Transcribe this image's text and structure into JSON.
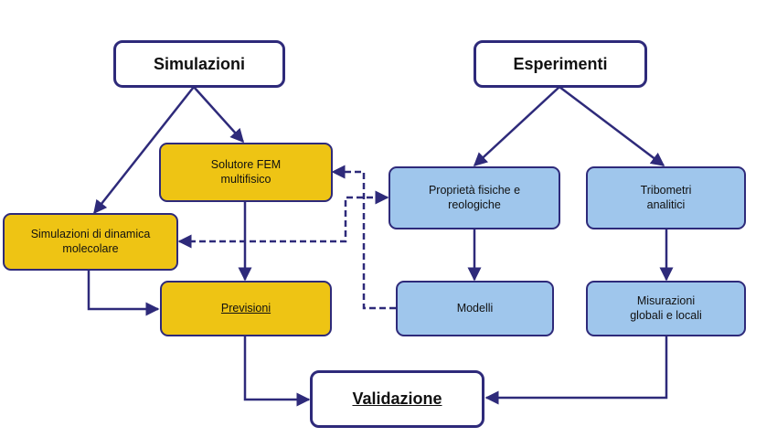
{
  "colors": {
    "border": "#2e2a7a",
    "arrow": "#2e2a7a",
    "simulation_fill": "#eec414",
    "experiment_fill": "#9fc6ec",
    "heading_fill": "#ffffff"
  },
  "nodes": {
    "simulazioni": "Simulazioni",
    "esperimenti": "Esperimenti",
    "fem": "Solutore FEM\nmultifisico",
    "dinamica": "Simulazioni di dinamica\nmolecolare",
    "previsioni": "Previsioni",
    "proprieta": "Proprietà fisiche e\nreologiche",
    "tribometri": "Tribometri\nanalitici",
    "modelli": "Modelli",
    "misurazioni": "Misurazioni\nglobali e locali",
    "validazione": "Validazione"
  }
}
